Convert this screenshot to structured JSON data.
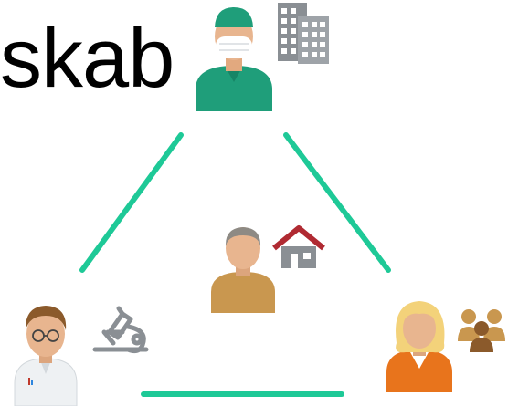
{
  "title": "skab",
  "colors": {
    "connector": "#1ec997",
    "surgeon_scrubs": "#1f9e7a",
    "patient_shirt": "#c9974f",
    "researcher_coat": "#eef1f3",
    "citizen_shirt": "#e8741c",
    "skin": "#e8b58f",
    "icon_gray": "#8a8f94"
  },
  "nodes": [
    {
      "role": "surgeon",
      "icon": "surgeon-icon",
      "companion_icon": "office-building-icon"
    },
    {
      "role": "patient",
      "icon": "older-man-icon",
      "companion_icon": "house-icon"
    },
    {
      "role": "researcher",
      "icon": "researcher-icon",
      "companion_icon": "microscope-icon"
    },
    {
      "role": "citizen",
      "icon": "woman-icon",
      "companion_icon": "group-icon"
    }
  ]
}
